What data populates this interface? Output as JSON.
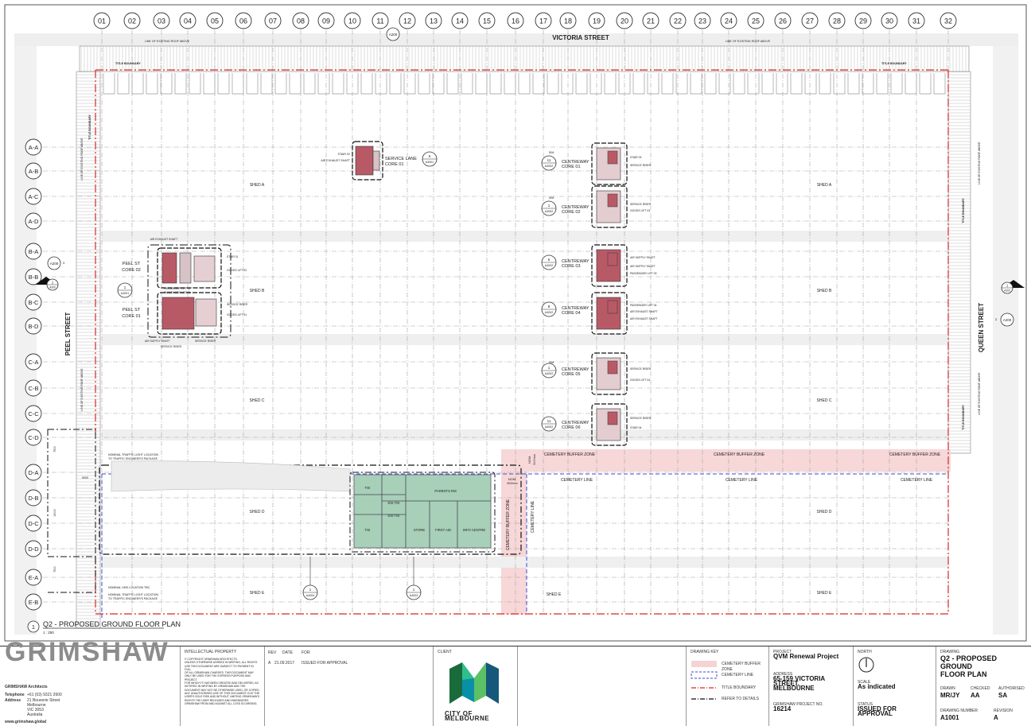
{
  "grid_columns": [
    "01",
    "02",
    "03",
    "04",
    "05",
    "06",
    "07",
    "08",
    "09",
    "10",
    "11",
    "12",
    "13",
    "14",
    "15",
    "16",
    "17",
    "18",
    "19",
    "20",
    "21",
    "22",
    "23",
    "24",
    "25",
    "26",
    "27",
    "28",
    "29",
    "30",
    "31",
    "32"
  ],
  "grid_rows": [
    "A-A",
    "A-B",
    "A-C",
    "A-D",
    "B-A",
    "B-B",
    "B-C",
    "B-D",
    "C-A",
    "C-B",
    "C-C",
    "C-D",
    "D-A",
    "D-B",
    "D-C",
    "D-D",
    "E-A",
    "E-B"
  ],
  "streets": {
    "north": "VICTORIA STREET",
    "west": "PEEL STREET",
    "east": "QUEEN STREET"
  },
  "plan_labels": {
    "roof_above_left": "LINE OF EXISTING ROOF ABOVE",
    "roof_above_right": "LINE OF EXISTING ROOF ABOVE",
    "title_boundary_left": "TITLE BOUNDARY",
    "title_boundary_right": "TITLE BOUNDARY",
    "west_title_boundary": "TITLE BOUNDARY",
    "west_roof_line": "LINE OF EXISTING ROOF ABOVE",
    "east_title_boundary": "TITLE BOUNDARY",
    "east_roof_line": "LINE OF EXISTING ROOF ABOVE",
    "east_title_boundary_lower": "TITLE BOUNDARY",
    "east_roof_line_lower": "LINE OF EXISTING ROOF ABOVE",
    "west_roof_line_lower": "LINE OF EXISTING ROOF ABOVE",
    "shed_a_left": "SHED A",
    "shed_a_right": "SHED A",
    "shed_b_left": "SHED B",
    "shed_b_right": "SHED B",
    "shed_c_left": "SHED C",
    "shed_c_right": "SHED C",
    "shed_d_left": "SHED D",
    "shed_d_right": "SHED D",
    "shed_e_left": "SHED E",
    "shed_e_mid": "SHED E",
    "shed_e_right": "SHED E",
    "cemetery_buffer_1": "CEMETERY BUFFER ZONE",
    "cemetery_buffer_2": "CEMETERY BUFFER ZONE",
    "cemetery_buffer_3": "CEMETERY BUFFER ZONE",
    "cemetery_buffer_vertical": "CEMETERY BUFFER ZONE",
    "cemetery_line_1": "CEMETERY LINE",
    "cemetery_line_2": "CEMETERY LINE",
    "cemetery_line_3": "CEMETERY LINE",
    "cemetery_line_vertical": "CEMETERY LINE",
    "nom_1": "NOM.",
    "nom_1b": "5000mm",
    "nom_2": "NOM.",
    "nom_2b": "5000mm",
    "dim_5000": "5000",
    "traffic_light_1": "NOMINAL TRAFFIC LIGHT LOCATION",
    "traffic_light_1b": "TO TRAFFIC ENGINEER'S PACKAGE",
    "vms": "NOMINAL VMS LOCATION TBC.",
    "traffic_light_2": "NOMINAL TRAFFIC LIGHT LOCATION",
    "traffic_light_2b": "TO TRAFFIC ENGINEER'S PACKAGE",
    "service_lane_core": "SERVICE LANE",
    "service_lane_core_b": "CORE 01",
    "stair_02": "STAIR 02",
    "air_exhaust_sl": "AIR EXHAUST SHAFT",
    "peel_core_02": "PEEL ST",
    "peel_core_02b": "CORE 02",
    "peel_core_01": "PEEL ST",
    "peel_core_01b": "CORE 01",
    "air_exhaust_peel": "AIR EXHAUST SHAFT",
    "stair_01": "STAIR 01",
    "goods_lift_02": "GOODS LIFT 02",
    "passenger_lift_02": "PASSENGER LIFT 02",
    "passenger_lift_01": "PASSENGER LIFT 01",
    "service_riser_p1": "SERVICE RISER",
    "goods_lift_01": "GOODS LIFT 01",
    "air_supply_shaft_p": "AIR SUPPLY SHAFT",
    "service_riser_p2": "SERVICE RISER",
    "service_riser_p3": "SERVICE RISER",
    "cw_core_01": "CENTREWAY",
    "cw_core_01b": "CORE 01",
    "cw_core_02": "CENTREWAY",
    "cw_core_02b": "CORE 02",
    "cw_core_03": "CENTREWAY",
    "cw_core_03b": "CORE 03",
    "cw_core_04": "CENTREWAY",
    "cw_core_04b": "CORE 04",
    "cw_core_05": "CENTREWAY",
    "cw_core_05b": "CORE 05",
    "cw_core_06": "CENTREWAY",
    "cw_core_06b": "CORE 06",
    "stair_03": "STAIR 03",
    "service_riser_c1": "SERVICE RISER",
    "service_riser_c2": "SERVICE RISER",
    "goods_lift_03": "GOODS LIFT 03",
    "air_supply_1": "AIR SUPPLY SHAFT",
    "air_supply_2": "AIR SUPPLY SHAFT",
    "passenger_lift_03": "PASSENGER LIFT 03",
    "passenger_lift_04": "PASSENGER LIFT 04",
    "air_exhaust_c1": "AIR EXHAUST SHAFT",
    "air_exhaust_c2": "AIR EXHAUST SHAFT",
    "service_riser_c5": "SERVICE RISER",
    "goods_lift_04": "GOODS LIFT 04",
    "service_riser_c6": "SERVICE RISER",
    "stair_04": "STAIR 04",
    "sim_1": "SIM",
    "sim_2": "SIM",
    "sim_3": "SIM",
    "room_parents": "PARENTS RM",
    "room_dis_toi_1": "DIS TOI",
    "room_dis_toi_2": "DIS TOI",
    "room_toi_1": "TOI",
    "room_toi_2": "TOI",
    "room_store": "STORE",
    "room_first_aid": "FIRST AID",
    "room_info": "INFO CENTRE",
    "dim_7500": "7500",
    "dim_15000": "15000",
    "dim_7500b": "7500",
    "plan_title": "Q2 - PROPOSED GROUND FLOOR PLAN",
    "plan_scale": "1 : 250",
    "plan_number": "1"
  },
  "markers": {
    "a200_top": "A200",
    "a200_left": "A200",
    "a200_right": "A200",
    "a300_left_num": "1",
    "a300_left": "A300",
    "a300_right_num": "1",
    "a300_right": "A300",
    "left_marker_num": "1",
    "right_marker_num": "1",
    "sl_marker_num": "5",
    "sl_marker": "A4001",
    "peel_marker_num": "1",
    "peel_marker": "A4001",
    "cw1_num": "11",
    "cw1_ref": "A4002",
    "cw2_num": "1",
    "cw2_ref": "A4002",
    "cw3_num": "6",
    "cw3_ref": "A4002",
    "cw4_num": "8",
    "cw4_ref": "A4002",
    "cw5_num": "1",
    "cw5_ref": "A4002",
    "cw6_num": "11",
    "cw6_ref": "A4002",
    "bottom1_num": "1",
    "bottom1_ref": "A4004",
    "bottom2_num": "1",
    "bottom2_ref": "A4003"
  },
  "title_block": {
    "firm": "GRIMSHAW",
    "firm_sub": "GRIMSHAW Architects",
    "telephone_label": "Telephone",
    "telephone": "+61 (03) 9321 2600",
    "address_label": "Address",
    "address_1": "21 Bouverie Street",
    "address_2": "Melbourne",
    "address_3": "VIC 3053",
    "address_4": "Australia",
    "website": "www.grimshaw.global",
    "ip_heading": "INTELLECTUAL PROPERTY",
    "ip_text_1": "© COPYRIGHT GRIMSHAW ARCHITECTS.",
    "ip_text_2": "UNLESS OTHERWISE AGREED IN WRITING, ALL RIGHTS",
    "ip_text_3": "USE THIS DOCUMENT ARE SUBJECT TO PAYMENT IN FULL",
    "ip_text_4": "OF ALL GRIMSHAW CHARGES. THIS DOCUMENT MAY",
    "ip_text_5": "ONLY BE USED FOR THE EXPRESS PURPOSE AND PROJECT",
    "ip_text_6": "FOR WHICH IT HAS BEEN CREATED AND DELIVERED, AS",
    "ip_text_7": "NOTIFIED IN WRITING BY GRIMSHAW AND THE",
    "ip_text_8": "DOCUMENT MAY NOT BE OTHERWISE USED, OR COPIED.",
    "ip_text_9": "ANY UNAUTHORISED USE OF THIS DOCUMENT IS AT THE",
    "ip_text_10": "USER'S SOLE RISK AND WITHOUT LIMITING GRIMSHAW'S",
    "ip_text_11": "RIGHTS THE USER RELEASES AND INDEMNIFIES",
    "ip_text_12": "GRIMSHAW FROM AND AGAINST ALL LOSS SO ARISING.",
    "rev_label": "REV",
    "date_label": "DATE",
    "for_label": "FOR",
    "rev_value": "A",
    "date_value": "21.09.2017",
    "for_value": "ISSUED FOR APPROVAL",
    "client_label": "CLIENT",
    "client_name": "CITY OF MELBOURNE",
    "key_label": "DRAWING KEY",
    "key_1": "CEMETERY BUFFER ZONE",
    "key_2": "CEMETERY LINE",
    "key_3": "TITLE BOUNDARY",
    "key_4": "REFER TO DETAILS",
    "project_label": "PROJECT",
    "project": "QVM Renewal Project",
    "address_label_2": "ADDRESS",
    "site_address_1": "65-159 VICTORIA STREET,",
    "site_address_2": "MELBOURNE",
    "project_no_label": "GRIMSHAW PROJECT NO.",
    "project_no": "16214",
    "north_label": "NORTH",
    "scale_label": "SCALE",
    "scale": "As indicated",
    "status_label": "STATUS",
    "status": "ISSUED FOR APPROVAL",
    "drawing_label": "DRAWING",
    "drawing_title_1": "Q2 - PROPOSED GROUND",
    "drawing_title_2": "FLOOR PLAN",
    "drawn_label": "DRAWN",
    "checked_label": "CHECKED",
    "authorised_label": "AUTHORISED",
    "drawn": "MR/JY",
    "checked": "AA",
    "authorised": "SA",
    "drawing_number_label": "DRAWING NUMBER",
    "revision_label": "REVISION",
    "drawing_number": "A1001",
    "revision": "A"
  },
  "colors": {
    "buffer_zone": "#f6d3d3",
    "cemetery_line": "#3b4bd6",
    "title_boundary": "#d62828",
    "core_fill": "#b85a66",
    "amenities_fill": "#a8cfb8",
    "grid_line": "#9a9a9a"
  }
}
